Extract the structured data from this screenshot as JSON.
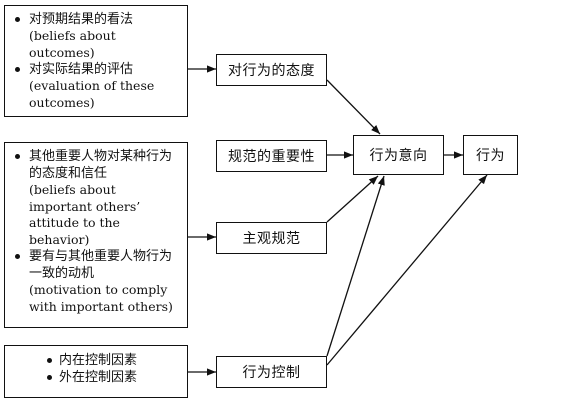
{
  "sources": {
    "outcomes": {
      "items": [
        {
          "cn": "对预期结果的看法",
          "en": "(beliefs about outcomes)"
        },
        {
          "cn": "对实际结果的评估",
          "en": "(evaluation of these outcomes)"
        }
      ]
    },
    "others": {
      "items": [
        {
          "cn": "其他重要人物对某种行为的态度和信任",
          "en": "(beliefs about important others’ attitude to the behavior)"
        },
        {
          "cn": "要有与其他重要人物行为一致的动机",
          "en": "(motivation to comply with important others)"
        }
      ]
    },
    "control": {
      "items": [
        {
          "cn": "内在控制因素"
        },
        {
          "cn": "外在控制因素"
        }
      ]
    }
  },
  "nodes": {
    "attitude": "对行为的态度",
    "norm_importance": "规范的重要性",
    "subjective_norm": "主观规范",
    "behavior_control": "行为控制",
    "intention": "行为意向",
    "behavior": "行为"
  },
  "colors": {
    "stroke": "#111111",
    "background": "#ffffff"
  }
}
